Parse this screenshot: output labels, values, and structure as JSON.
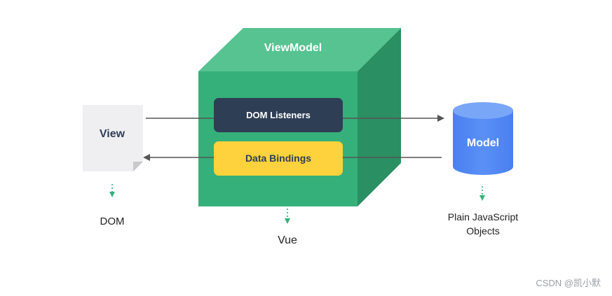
{
  "diagram": {
    "view_model_title": "ViewModel",
    "dom_listeners": "DOM Listeners",
    "data_bindings": "Data Bindings",
    "view_label": "View",
    "model_label": "Model",
    "dom_caption": "DOM",
    "vue_caption": "Vue",
    "model_caption_line1": "Plain JavaScript",
    "model_caption_line2": "Objects"
  },
  "colors": {
    "cube_front": "#35b07a",
    "cube_top": "#56c391",
    "cube_side": "#2a8f62",
    "listeners_bg": "#2e3e55",
    "bindings_bg": "#fdd23c",
    "view_doc": "#efeff1",
    "model_db": "#4f86f3",
    "arrow": "#555555",
    "dotted_arrow": "#35b07a"
  },
  "watermark": "CSDN @凯小默"
}
